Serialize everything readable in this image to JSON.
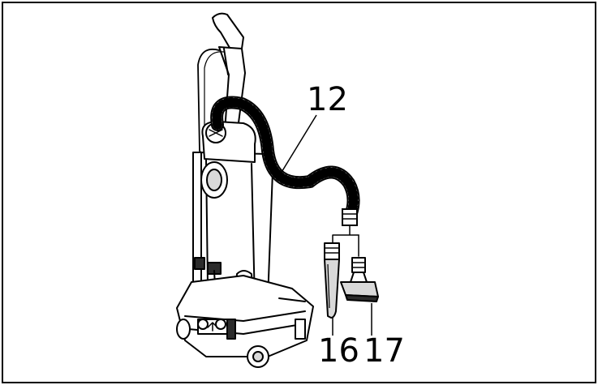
{
  "diagram": {
    "callouts": {
      "hose": "12",
      "crevice_tool": "16",
      "upholstery_tool": "17"
    },
    "colors": {
      "line": "#000000",
      "fill": "#ffffff",
      "shade": "#d9d9d9",
      "dark": "#2b2b2b"
    }
  }
}
